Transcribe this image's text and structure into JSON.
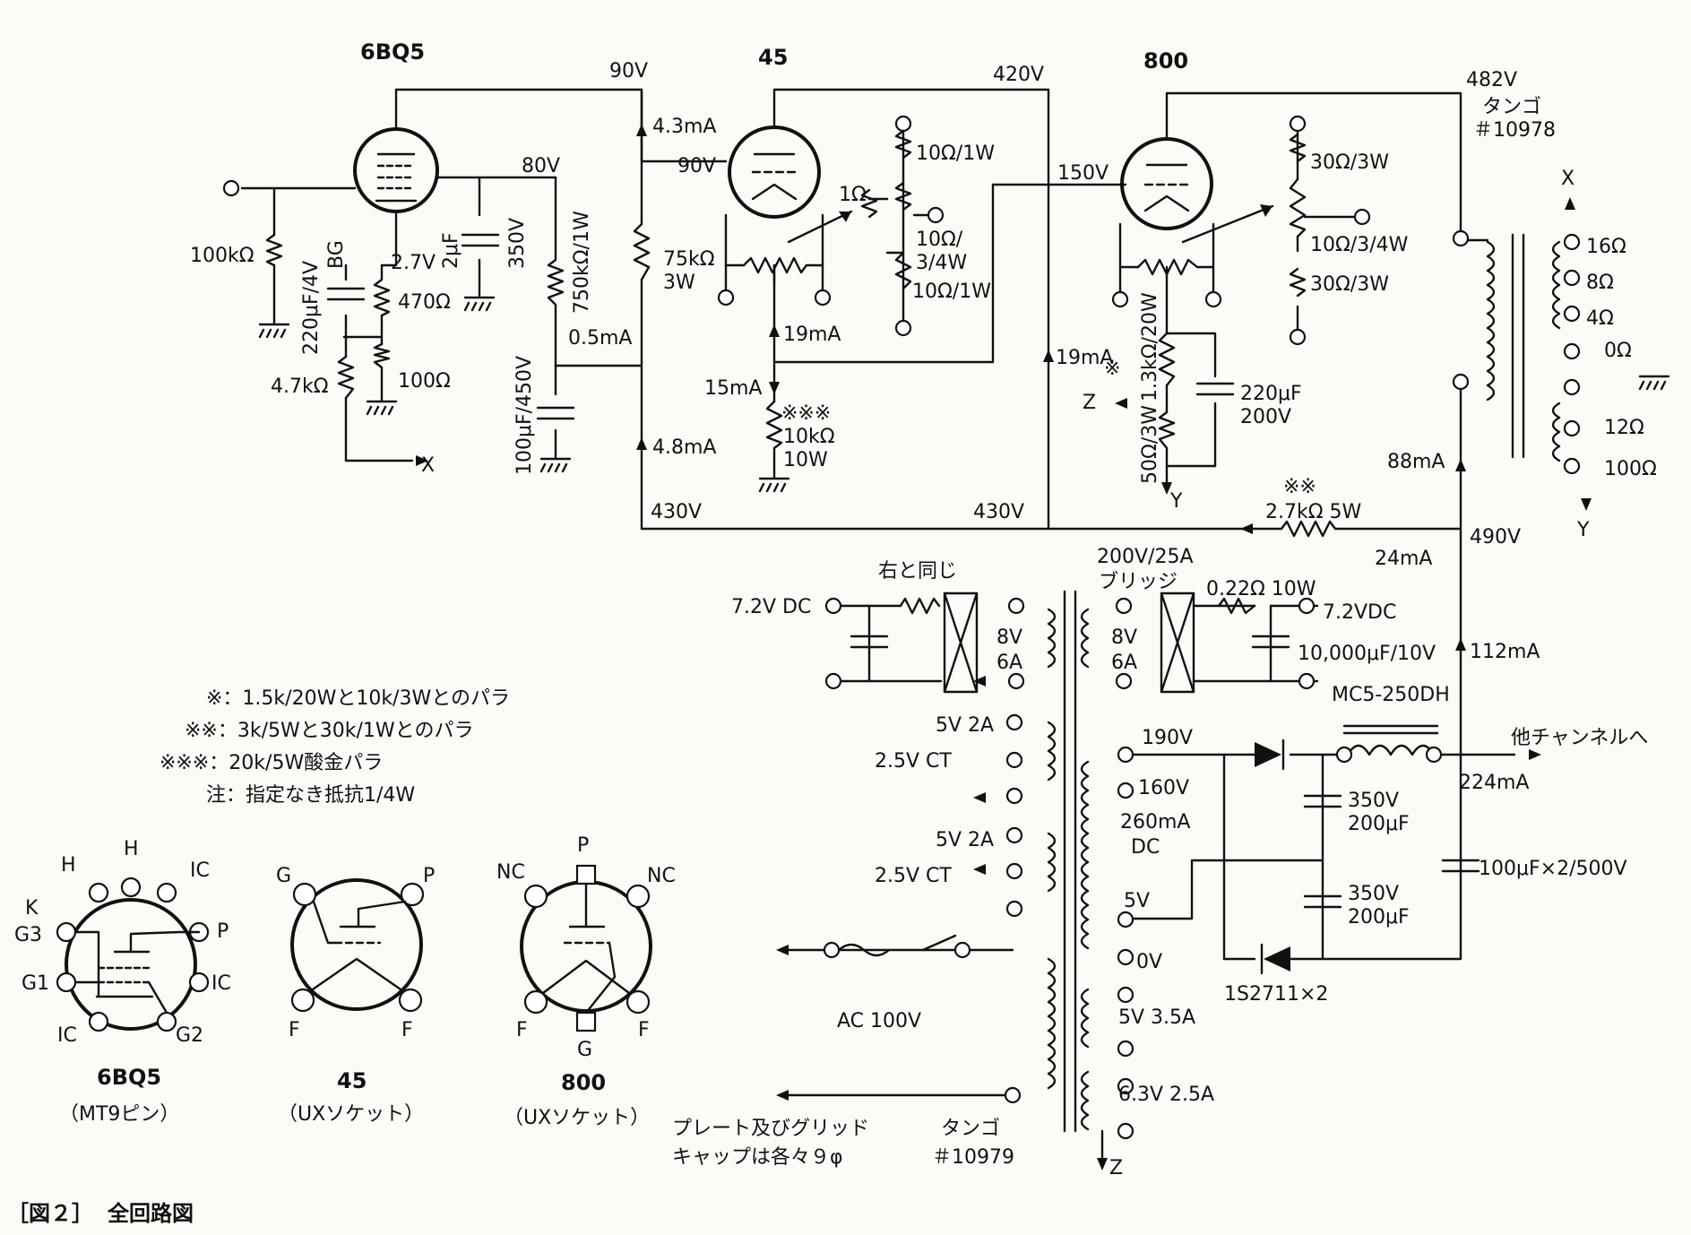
{
  "tubes": {
    "t1": "6BQ5",
    "t2": "45",
    "t3": "800"
  },
  "volt": {
    "v90": "90V",
    "v420": "420V",
    "v482": "482V",
    "v80": "80V",
    "v90b": "90V",
    "v150": "150V",
    "v27": "2.7V",
    "v430a": "430V",
    "v430b": "430V",
    "v490": "490V",
    "v190": "190V",
    "v160": "160V",
    "v5": "5V",
    "v0": "0V"
  },
  "cur": {
    "c43": "4.3mA",
    "c05": "0.5mA",
    "c19a": "19mA",
    "c15": "15mA",
    "c48": "4.8mA",
    "c19b": "19mA",
    "c88": "88mA",
    "c24": "24mA",
    "c112": "112mA",
    "c224": "224mA"
  },
  "parts": {
    "r100k": "100kΩ",
    "cap220": "220μF/4V",
    "bg": "BG",
    "r470": "470Ω",
    "r47k": "4.7kΩ",
    "r100": "100Ω",
    "cap2": "2μF",
    "v350": "350V",
    "r750": "750kΩ/1W",
    "cap100": "100μF/450V",
    "r75k": "75kΩ",
    "w3": "3W",
    "r10a": "10Ω/1W",
    "r1": "1Ω",
    "r10b": "10Ω/",
    "w34": "3/4W",
    "r10c": "10Ω/1W",
    "r10k": "10kΩ",
    "w10": "10W",
    "r30a": "30Ω/3W",
    "r10d": "10Ω/3/4W",
    "r30b": "30Ω/3W",
    "r13k": "1.3kΩ/20W",
    "r50": "50Ω/3W",
    "cap220b": "220μF",
    "v200": "200V",
    "r27k": "2.7kΩ 5W",
    "br": "200V/25A",
    "bridge": "ブリッジ",
    "same": "右と同じ",
    "dc72l": "7.2V DC",
    "dc72r": "7.2VDC",
    "r022": "0.22Ω 10W",
    "cap10k": "10,000μF/10V",
    "v8a": "8V",
    "a6a": "6A",
    "v8b": "8V",
    "a6b": "6A",
    "mc5": "MC5-250DH",
    "other": "他チャンネルへ",
    "c350a": "350V",
    "f200a": "200μF",
    "c350b": "350V",
    "f200b": "200μF",
    "c100x2": "100μF×2/500V",
    "diode": "1S2711×2",
    "w5v2a1": "5V 2A",
    "w25ct1": "2.5V CT",
    "w5v2a2": "5V 2A",
    "w25ct2": "2.5V CT",
    "w260": "260mA",
    "wdc": "DC",
    "w5v35": "5V 3.5A",
    "w63": "6.3V 2.5A",
    "ac100": "AC 100V",
    "tangoA": "タンゴ",
    "tangoAn": "＃10978",
    "tangoB": "タンゴ",
    "tangoBn": "＃10979",
    "cap_note1": "プレート及びグリッド",
    "cap_note2": "キャップは各々９φ"
  },
  "outtx": {
    "o16": "16Ω",
    "o8": "8Ω",
    "o4": "4Ω",
    "o0": "0Ω",
    "o12": "12Ω",
    "o100": "100Ω"
  },
  "marks": {
    "X": "X",
    "Y": "Y",
    "Z": "Z",
    "X2": "X",
    "Y2": "Y",
    "Z2": "Z",
    "s1": "※",
    "s2": "※※",
    "s3": "※※※"
  },
  "notes": [
    "※：1.5k/20Wと10k/3Wとのパラ",
    "※※：3k/5Wと30k/1Wとのパラ",
    "※※※：20k/5W酸金パラ",
    "注：指定なき抵抗1/4W"
  ],
  "sockets": {
    "s1": {
      "name": "6BQ5",
      "sub": "（MT9ピン）",
      "pins": [
        "H",
        "H",
        "IC",
        "P",
        "IC",
        "G2",
        "IC",
        "G1",
        "G3",
        "K"
      ]
    },
    "s2": {
      "name": "45",
      "sub": "（UXソケット）",
      "pins": [
        "G",
        "P",
        "F",
        "F"
      ]
    },
    "s3": {
      "name": "800",
      "sub": "（UXソケット）",
      "pins": [
        "P",
        "NC",
        "NC",
        "F",
        "F",
        "G"
      ]
    }
  },
  "caption": {
    "num": "［図２］",
    "title": "全回路図"
  }
}
